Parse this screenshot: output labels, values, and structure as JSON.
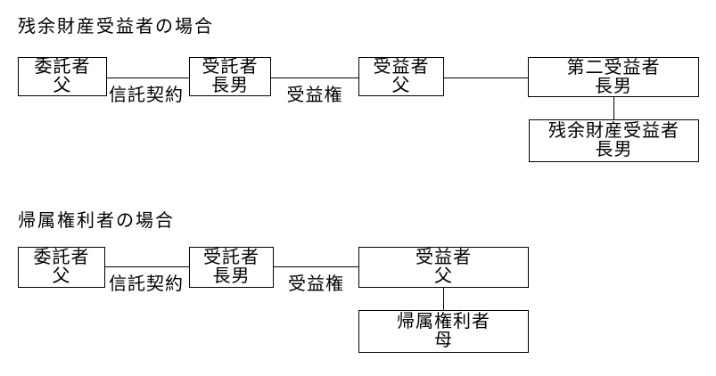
{
  "diagram": {
    "background_color": "#ffffff",
    "line_color": "#000000",
    "text_color": "#000000"
  },
  "sections": [
    {
      "title": "残余財産受益者の場合",
      "boxes": [
        {
          "role": "委託者",
          "person": "父"
        },
        {
          "role": "受託者",
          "person": "長男"
        },
        {
          "role": "受益者",
          "person": "父"
        },
        {
          "role": "第二受益者",
          "person": "長男"
        },
        {
          "role": "残余財産受益者",
          "person": "長男"
        }
      ],
      "edge_labels": [
        {
          "text": "信託契約"
        },
        {
          "text": "受益権"
        }
      ]
    },
    {
      "title": "帰属権利者の場合",
      "boxes": [
        {
          "role": "委託者",
          "person": "父"
        },
        {
          "role": "受託者",
          "person": "長男"
        },
        {
          "role": "受益者",
          "person": "父"
        },
        {
          "role": "帰属権利者",
          "person": "母"
        }
      ],
      "edge_labels": [
        {
          "text": "信託契約"
        },
        {
          "text": "受益権"
        }
      ]
    }
  ]
}
